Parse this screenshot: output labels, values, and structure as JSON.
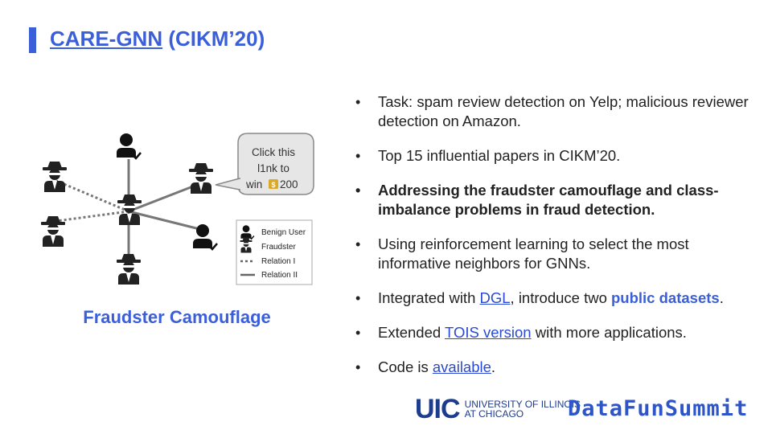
{
  "slide": {
    "title_link": "CARE-GNN",
    "title_rest": " (CIKM’20)"
  },
  "figure": {
    "bubble_line1": "Click this",
    "bubble_line2": "l1nk to",
    "bubble_line3_pre": "win ",
    "bubble_line3_post": "200",
    "legend": {
      "benign": "Benign User",
      "fraudster": "Fraudster",
      "relation1": "Relation I",
      "relation2": "Relation II"
    },
    "caption": "Fraudster Camouflage"
  },
  "bullets": {
    "b1": "Task: spam review detection on Yelp; malicious reviewer detection on Amazon.",
    "b2": "Top 15 influential papers in CIKM’20.",
    "b3": "Addressing the fraudster camouflage and class-imbalance problems in fraud detection.",
    "b4": "Using reinforcement learning to select the most informative neighbors for GNNs.",
    "b5_pre": "Integrated with ",
    "b5_link": "DGL",
    "b5_mid": ", introduce two ",
    "b5_hl": "public datasets",
    "b5_post": ".",
    "b6_pre": "Extended ",
    "b6_link": "TOIS version",
    "b6_post": " with more applications.",
    "b7_pre": "Code is ",
    "b7_link": "available",
    "b7_post": "."
  },
  "footer": {
    "uic_mark": "UIC",
    "uic_line1": "UNIVERSITY OF ILLINOIS",
    "uic_line2": "AT CHICAGO",
    "datafun": "DataFunSummit"
  },
  "colors": {
    "accent": "#3a5fd9",
    "link": "#2a4ad4",
    "uic_blue": "#1d3b8f"
  }
}
